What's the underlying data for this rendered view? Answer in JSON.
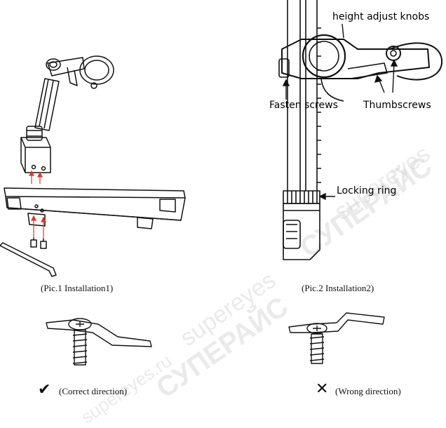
{
  "labels": {
    "height_adjust_knobs": "height adjust knobs",
    "fasten_screws": "Fasten screws",
    "thumbscrews": "Thumbscrews",
    "locking_ring": "Locking ring"
  },
  "captions": {
    "pic1": "(Pic.1 Installation1)",
    "pic2": "(Pic.2 Installation2)"
  },
  "directions": {
    "correct_mark": "✔",
    "correct": "(Correct direction)",
    "wrong_mark": "✕",
    "wrong": "(Wrong direction)"
  },
  "watermark": {
    "brand_latin": "supereyes",
    "brand_cyrillic": "СУПЕРАЙС",
    "domain": "supereyes.ru"
  }
}
